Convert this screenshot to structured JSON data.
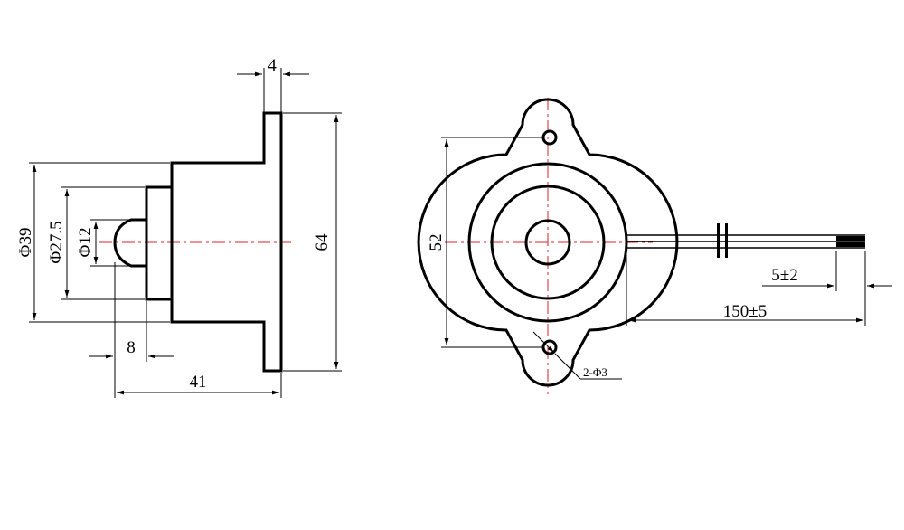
{
  "dimensions": {
    "side_view": {
      "flange_thickness": "4",
      "flange_height": "64",
      "diameter_outer": "Φ39",
      "diameter_middle": "Φ27.5",
      "diameter_inner": "Φ12",
      "dome_length": "8",
      "overall_length": "41"
    },
    "front_view": {
      "mount_hole_spacing": "52",
      "mount_holes": "2-Φ3",
      "wire_length": "150±5",
      "wire_strip": "5±2"
    }
  },
  "colors": {
    "outline": "#000000",
    "centerline": "#d9242e"
  }
}
